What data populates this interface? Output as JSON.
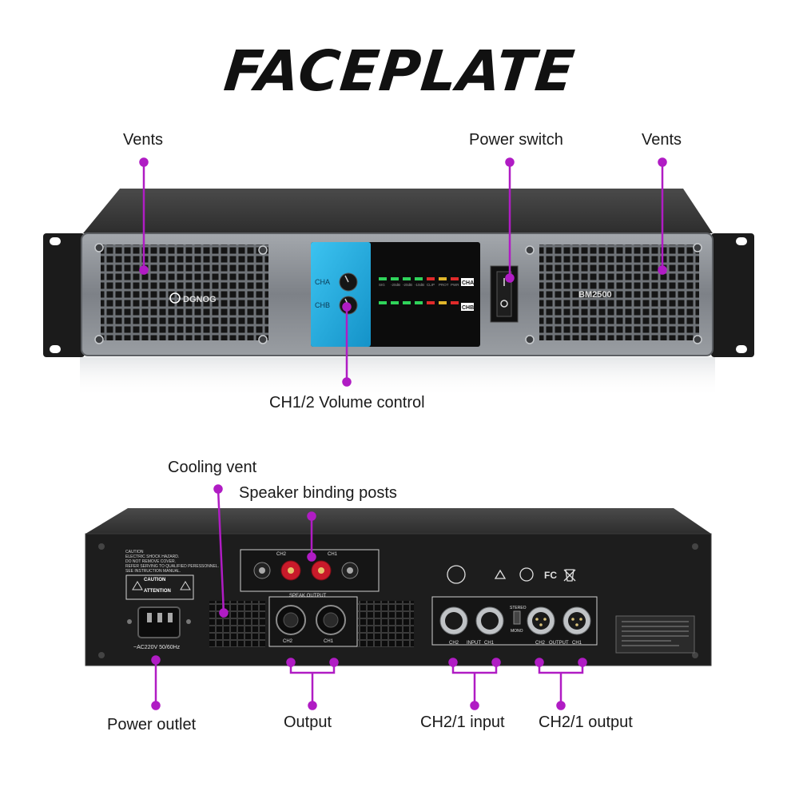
{
  "title": "FACEPLATE",
  "front": {
    "labels": {
      "vents_left": "Vents",
      "power_switch": "Power switch",
      "vents_right": "Vents",
      "volume": "CH1/2 Volume control"
    },
    "brand": "DGNOG",
    "model": "BM2500",
    "ch_a": "CHA",
    "ch_b": "CHB",
    "knob_a": "CHA",
    "knob_b": "CHB",
    "led_labels": [
      "SIG",
      "-20dB",
      "-20dB",
      "-10dB",
      "CLIP",
      "PROT",
      "PWR"
    ]
  },
  "rear": {
    "labels": {
      "cooling_vent": "Cooling vent",
      "binding_posts": "Speaker binding posts",
      "power_outlet": "Power outlet",
      "output": "Output",
      "input": "CH2/1 input",
      "line_output": "CH2/1 output"
    },
    "caution_text": [
      "CAUTION",
      "ELECTRIC SHOCK HAZARD.",
      "DO NOT REMOVE COVER.",
      "REFER SERVING TO QUALIFIED PERESSONNEL.",
      "SEE INSTRUCTION MANUAL."
    ],
    "caution_box": "CAUTION",
    "attention_box": "ATTENTION",
    "voltage": "~AC220V 50/60Hz",
    "ch2": "CH2",
    "ch1": "CH1",
    "speak_output": "SPEAK OUTPUT",
    "input": "INPUT",
    "output": "OUTPUT",
    "stereo": "STEREO",
    "mono": "MONO",
    "cert_fc": "FC"
  },
  "colors": {
    "accent": "#b01cc4",
    "panel_blue": "#1aa7de",
    "chassis": "#2a2a2a",
    "faceplate": "#8a8e93"
  }
}
